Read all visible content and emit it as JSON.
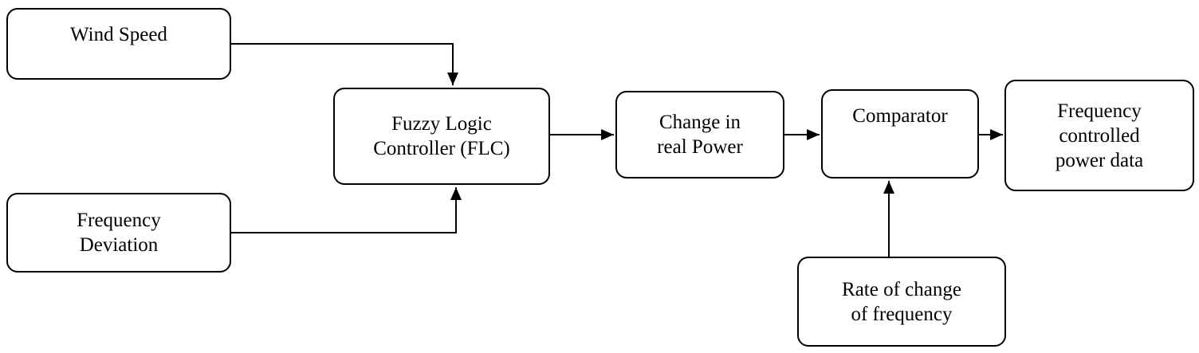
{
  "diagram": {
    "type": "block-diagram",
    "nodes": [
      {
        "id": "wind-speed",
        "label": "Wind Speed"
      },
      {
        "id": "frequency-deviation",
        "label": "Frequency\nDeviation"
      },
      {
        "id": "flc",
        "label": "Fuzzy Logic\nController (FLC)"
      },
      {
        "id": "change-in-real-power",
        "label": "Change in\nreal Power"
      },
      {
        "id": "comparator",
        "label": "Comparator"
      },
      {
        "id": "frequency-controlled-power-data",
        "label": "Frequency\ncontrolled\npower data"
      },
      {
        "id": "rate-of-change-of-frequency",
        "label": "Rate of change\nof frequency"
      }
    ],
    "edges": [
      {
        "from": "wind-speed",
        "to": "flc",
        "entry": "top"
      },
      {
        "from": "frequency-deviation",
        "to": "flc",
        "entry": "bottom"
      },
      {
        "from": "flc",
        "to": "change-in-real-power",
        "entry": "left"
      },
      {
        "from": "change-in-real-power",
        "to": "comparator",
        "entry": "left"
      },
      {
        "from": "rate-of-change-of-frequency",
        "to": "comparator",
        "entry": "bottom"
      },
      {
        "from": "comparator",
        "to": "frequency-controlled-power-data",
        "entry": "left"
      }
    ],
    "colors": {
      "background": "#ffffff",
      "box_fill": "#ffffff",
      "box_border": "#000000",
      "arrow": "#000000",
      "text": "#000000"
    }
  }
}
